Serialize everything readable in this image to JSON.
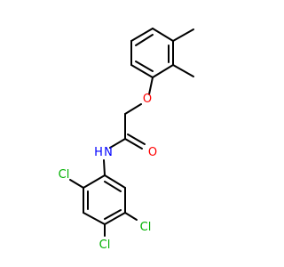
{
  "colors": {
    "bond": "#000000",
    "O": "#ff0000",
    "N": "#0000ff",
    "Cl": "#00b000"
  },
  "atoms": {
    "ether_O": {
      "symbol": "O"
    },
    "carbonyl_O": {
      "symbol": "O"
    },
    "amide_N": {
      "symbol": "N",
      "h_label": "H"
    },
    "cl_2": {
      "symbol": "Cl"
    },
    "cl_4": {
      "symbol": "Cl"
    },
    "cl_5": {
      "symbol": "Cl"
    }
  }
}
